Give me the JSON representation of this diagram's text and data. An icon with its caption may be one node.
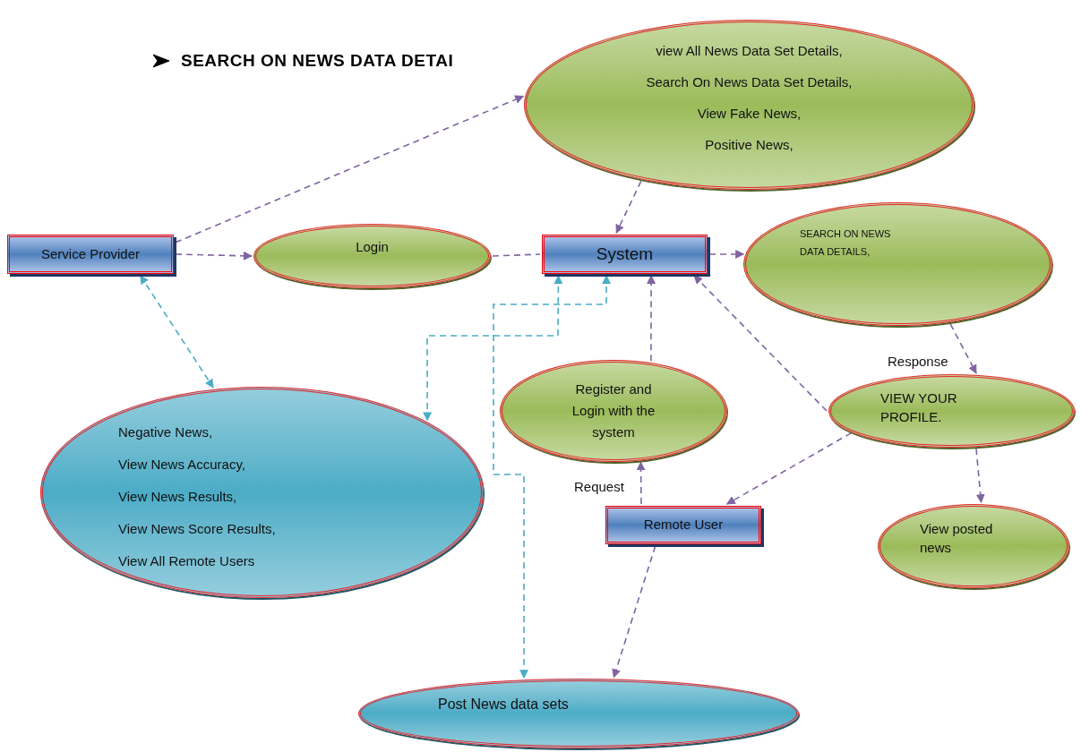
{
  "diagram": {
    "title": "SEARCH ON NEWS DATA DETAI",
    "nodes": [
      {
        "text": [
          "Service Provider"
        ]
      },
      {
        "text": [
          "view All News  Data Set Details,",
          "Search On News Data Set Details,",
          "View Fake News,",
          "Positive News,"
        ]
      },
      {
        "text": [
          "Login"
        ]
      },
      {
        "text": [
          "System"
        ]
      },
      {
        "text": [
          "SEARCH ON NEWS DATA DETAILS,"
        ]
      },
      {
        "text": [
          "Negative News,",
          "View News Accuracy,",
          "View News Results,",
          "View News Score Results,",
          "View All Remote Users"
        ]
      },
      {
        "text": [
          "Register and Login with the system"
        ]
      },
      {
        "text": [
          "VIEW YOUR PROFILE."
        ]
      },
      {
        "text": [
          "Remote User"
        ]
      },
      {
        "text": [
          "View posted news"
        ]
      },
      {
        "text": [
          "Post  News data sets"
        ]
      }
    ],
    "edges": [
      {
        "from": 0,
        "to": 1,
        "arrow": "to",
        "style": "dashed"
      },
      {
        "from": 0,
        "to": 2,
        "arrow": "to",
        "style": "dashed"
      },
      {
        "from": 2,
        "to": 3,
        "arrow": "none",
        "style": "dashed"
      },
      {
        "from": 1,
        "to": 3,
        "arrow": "to",
        "style": "dashed"
      },
      {
        "from": 3,
        "to": 4,
        "arrow": "to",
        "style": "dashed"
      },
      {
        "from": 0,
        "to": 5,
        "arrow": "both",
        "style": "dashed",
        "color": "#4bacc6"
      },
      {
        "from": 3,
        "to": 5,
        "arrow": "both",
        "style": "dashed",
        "color": "#4bacc6"
      },
      {
        "from": 3,
        "to": 10,
        "arrow": "both",
        "style": "dashed",
        "color": "#4bacc6"
      },
      {
        "from": 6,
        "to": 3,
        "arrow": "to",
        "style": "dashed"
      },
      {
        "from": 8,
        "to": 6,
        "arrow": "to",
        "label": "Request",
        "style": "dashed"
      },
      {
        "from": 7,
        "to": 3,
        "arrow": "to",
        "style": "dashed"
      },
      {
        "from": 4,
        "to": 7,
        "arrow": "to",
        "label": "Response",
        "style": "dashed"
      },
      {
        "from": 7,
        "to": 8,
        "arrow": "to",
        "style": "dashed"
      },
      {
        "from": 7,
        "to": 9,
        "arrow": "to",
        "style": "dashed"
      },
      {
        "from": 8,
        "to": 10,
        "arrow": "to",
        "style": "dashed"
      }
    ]
  }
}
